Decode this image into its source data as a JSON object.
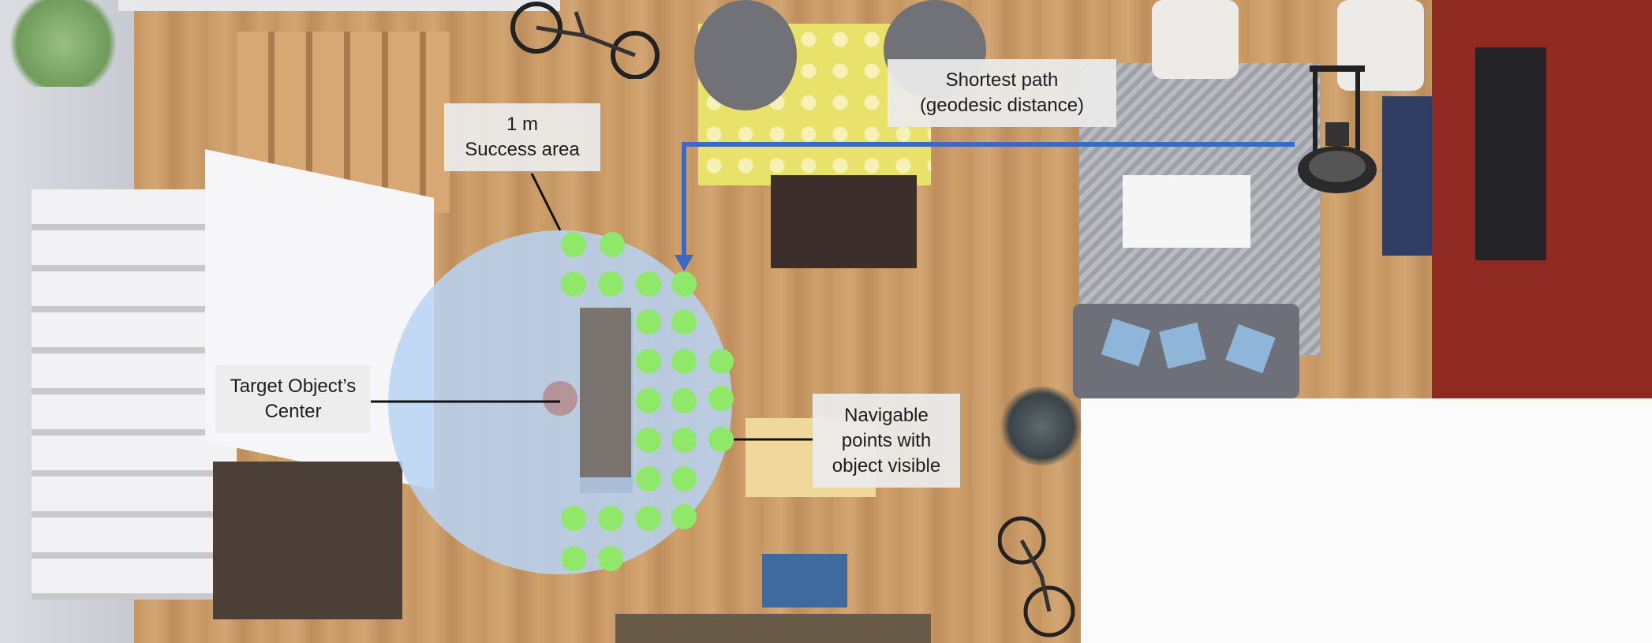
{
  "labels": {
    "shortest_path": [
      "Shortest path",
      "(geodesic distance)"
    ],
    "success_area": [
      "1 m",
      "Success area"
    ],
    "target_center": [
      "Target Object’s",
      "Center"
    ],
    "navigable_points": [
      "Navigable",
      "points with",
      "object visible"
    ]
  },
  "colors": {
    "path": "#3a6bc4",
    "success_area": "#b9d3f5",
    "navigable_point": "#8fe86a",
    "target_center": "#b0706a",
    "wall_red": "#8e2a22"
  },
  "icons": [
    "robot-icon",
    "bicycle-icon",
    "plant-icon"
  ]
}
